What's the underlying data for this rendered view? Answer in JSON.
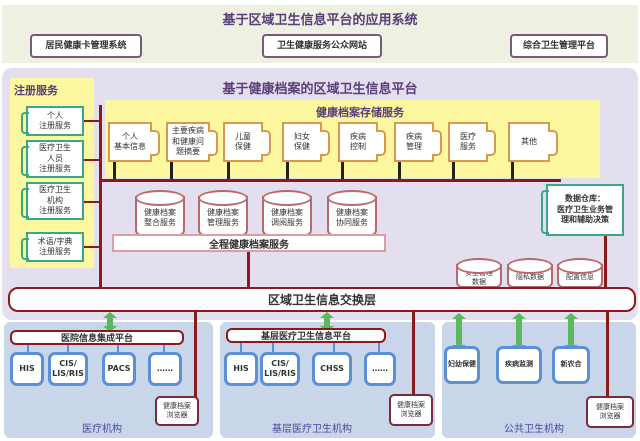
{
  "app_layer": {
    "title": "基于区域卫生信息平台的应用系统",
    "apps": [
      "居民健康卡管理系统",
      "卫生健康服务公众网站",
      "综合卫生管理平台"
    ]
  },
  "platform": {
    "title": "基于健康档案的区域卫生信息平台",
    "registration": {
      "title": "注册服务",
      "items": [
        "个人\n注册服务",
        "医疗卫生\n人员\n注册服务",
        "医疗卫生\n机构\n注册服务",
        "术语/字典\n注册服务"
      ]
    },
    "storage": {
      "title": "健康档案存储服务",
      "items": [
        "个人\n基本信息",
        "主要疾病\n和健康问\n题摘要",
        "儿童\n保健",
        "妇女\n保健",
        "疾病\n控制",
        "疾病\n管理",
        "医疗\n服务",
        "其他"
      ]
    },
    "services": [
      "健康档案\n整合服务",
      "健康档案\n管理服务",
      "健康档案\n调阅服务",
      "健康档案\n协同服务"
    ],
    "full_service": "全程健康档案服务",
    "warehouse": "数据仓库：\n医疗卫生业务管\n理和辅助决策",
    "support": [
      "安全管理\n数据",
      "隐私数据",
      "配置信息"
    ],
    "exchange": "区域卫生信息交换层"
  },
  "institutions": [
    {
      "label": "医疗机构",
      "platform": "医院信息集成平台",
      "systems": [
        "HIS",
        "CIS/\nLIS/RIS",
        "PACS",
        "……"
      ],
      "browser": "健康档案\n浏览器"
    },
    {
      "label": "基层医疗卫生机构",
      "platform": "基层医疗卫生信息平台",
      "systems": [
        "HIS",
        "CIS/\nLIS/RIS",
        "CHSS",
        "……"
      ],
      "browser": "健康档案\n浏览器"
    },
    {
      "label": "公共卫生机构",
      "systems": [
        "妇幼保健",
        "疾病监测",
        "新农合"
      ],
      "browser": "健康档案\n浏览器"
    }
  ]
}
